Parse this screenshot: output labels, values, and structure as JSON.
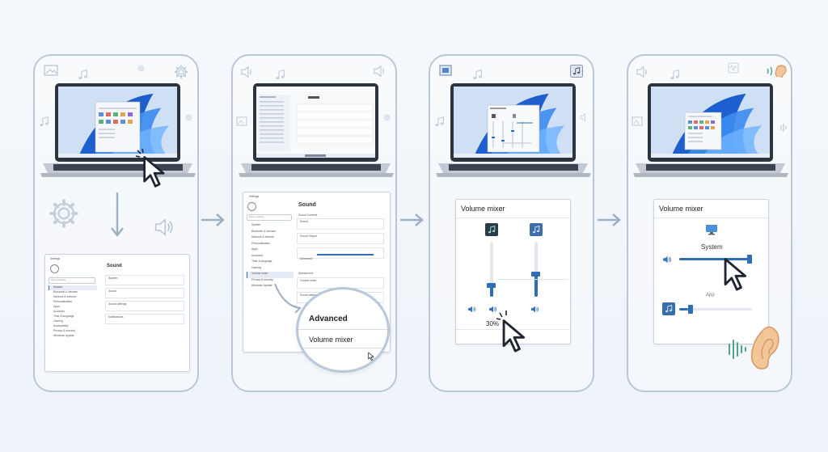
{
  "step1": {
    "settings_window": {
      "title": "Settings",
      "heading": "Sound",
      "search_placeholder": "Find a setting",
      "nav_items": [
        "System",
        "Bluetooth & devices",
        "Network & internet",
        "Personalization",
        "Apps",
        "Accounts",
        "Time & language",
        "Gaming",
        "Accessibility",
        "Privacy & security",
        "Windows Update"
      ],
      "rows": [
        "System",
        "Sound",
        "Sound settings",
        "Notifications"
      ]
    }
  },
  "step2": {
    "settings_window": {
      "title": "Settings",
      "heading": "Sound",
      "search_placeholder": "Find a setting",
      "section_output": "Sound Controls",
      "nav_items": [
        "System",
        "Bluetooth & devices",
        "Network & internet",
        "Personalization",
        "Apps",
        "Accounts",
        "Time & language",
        "Gaming",
        "Volume mixer",
        "Privacy & security",
        "Windows Update"
      ],
      "rows": [
        "Sound",
        "Sound Output",
        "Advanced"
      ],
      "section_advanced": "Advanced",
      "advanced_rows": [
        "Volume mixer",
        "Sound settings"
      ]
    },
    "magnifier": {
      "heading": "Advanced",
      "item": "Volume mixer"
    }
  },
  "step3": {
    "mixer_title": "Volume mixer",
    "percent": "30%",
    "levels": [
      0.2,
      0.41
    ]
  },
  "step4": {
    "mixer_title": "Volume mixer",
    "system_label": "System",
    "app_label": "App",
    "levels": [
      1.0,
      0.12
    ]
  },
  "colors": {
    "panel_border": "#b9c8d9",
    "accent": "#2f6db5",
    "arrow": "#9fb0c4",
    "ear": "#f3c69a",
    "sound_wave": "#4fa48a"
  },
  "icons": [
    "image-icon",
    "music-note-icon",
    "gear-icon",
    "speaker-icon",
    "cursor-icon",
    "ear-icon",
    "monitor-icon",
    "sound-wave-icon"
  ]
}
